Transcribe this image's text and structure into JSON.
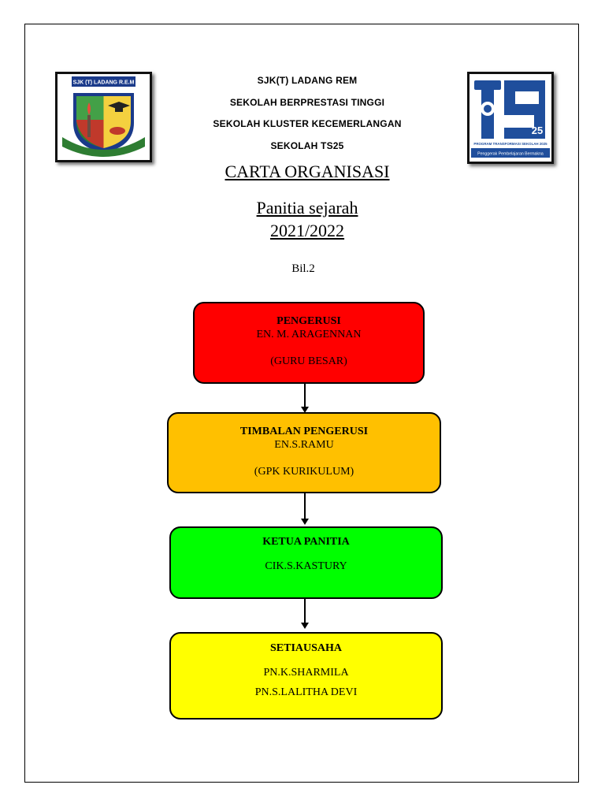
{
  "header": {
    "lines": [
      "SJK(T) LADANG REM",
      "SEKOLAH BERPRESTASI TINGGI",
      "SEKOLAH KLUSTER KECEMERLANGAN",
      "SEKOLAH TS25"
    ],
    "title": "CARTA ORGANISASI",
    "subtitle": "Panitia sejarah",
    "year": "2021/2022",
    "bil": "Bil.2"
  },
  "logos": {
    "left_text": "SJK (T) LADANG R.E.M",
    "right_text": "25",
    "right_caption": "PROGRAM TRANSFORMASI SEKOLAH 2025",
    "right_tagline": "Penggerak Pembelajaran Bermakna"
  },
  "nodes": [
    {
      "role": "PENGERUSI",
      "name": "EN. M. ARAGENNAN",
      "note": "(GURU BESAR)",
      "color": "#ff0000"
    },
    {
      "role": "TIMBALAN PENGERUSI",
      "name": "EN.S.RAMU",
      "note": "(GPK KURIKULUM)",
      "color": "#ffc000"
    },
    {
      "role": "KETUA PANITIA",
      "name": "CIK.S.KASTURY",
      "color": "#00ff00"
    },
    {
      "role": "SETIAUSAHA",
      "name": "PN.K.SHARMILA",
      "name2": "PN.S.LALITHA DEVI",
      "color": "#ffff00"
    }
  ]
}
